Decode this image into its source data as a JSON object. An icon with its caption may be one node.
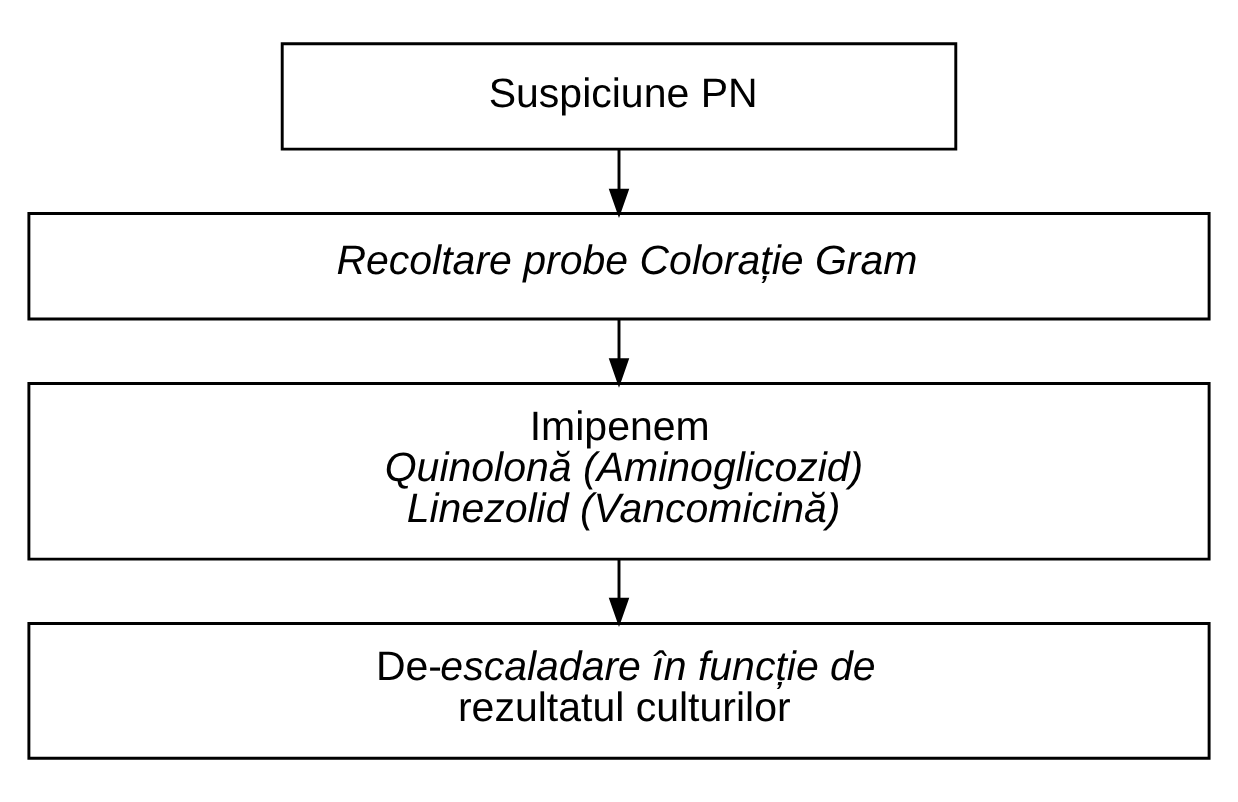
{
  "diagram": {
    "nodes": [
      {
        "text": [
          "Suspiciune PN"
        ]
      },
      {
        "text": [
          "Recoltare probe Colorație Gram"
        ]
      },
      {
        "text": [
          "Imipenem",
          "Quinolonă (Aminoglicozid)",
          "Linezolid (Vancomicină)"
        ]
      },
      {
        "text": [
          "De-*escaladare în funcție de* rezultatul culturilor"
        ]
      }
    ],
    "edges": [
      {
        "from": 0,
        "to": 1,
        "arrow": "to"
      },
      {
        "from": 1,
        "to": 2,
        "arrow": "to"
      },
      {
        "from": 2,
        "to": 3,
        "arrow": "to"
      }
    ]
  }
}
